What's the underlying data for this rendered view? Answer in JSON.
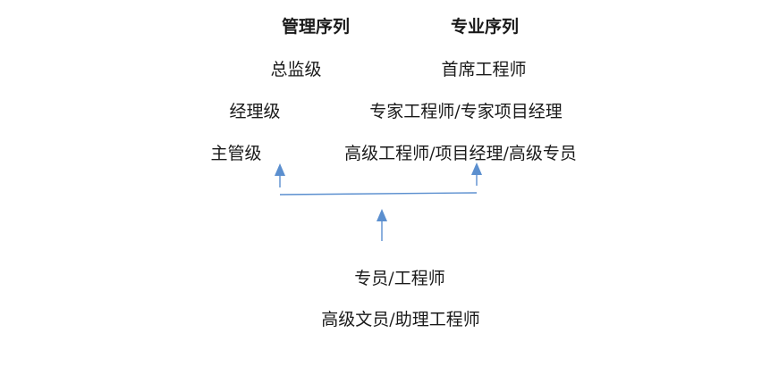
{
  "headers": {
    "management": "管理序列",
    "professional": "专业序列"
  },
  "management": {
    "level1": "总监级",
    "level2": "经理级",
    "level3": "主管级"
  },
  "professional": {
    "level1": "首席工程师",
    "level2": "专家工程师/专家项目经理",
    "level3": "高级工程师/项目经理/高级专员"
  },
  "base": {
    "level1": "专员/工程师",
    "level2": "高级文员/助理工程师"
  },
  "colors": {
    "connector": "#5b8fcf"
  }
}
